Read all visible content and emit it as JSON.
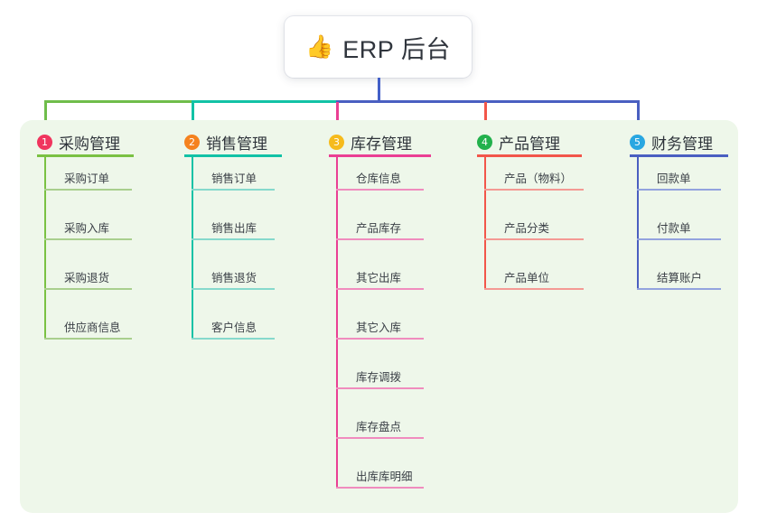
{
  "root": {
    "emoji": "👍",
    "emoji_icon_name": "thumbs-up-icon",
    "title": "ERP 后台"
  },
  "palette": {
    "page_background": "#ffffff",
    "panel_background": "#eef7ea",
    "trunk": "#4360c8",
    "bus_green": "#6fbd4b",
    "bus_teal": "#12c2a6",
    "bus_blue": "#4a5fc1"
  },
  "columns": [
    {
      "index": "1",
      "title": "采购管理",
      "badge_color": "#f0355e",
      "rule_color": "#7ac143",
      "leaf_rule_color": "#a9cf8e",
      "drop_color": "#6fbd4b",
      "items": [
        "采购订单",
        "采购入库",
        "采购退货",
        "供应商信息"
      ]
    },
    {
      "index": "2",
      "title": "销售管理",
      "badge_color": "#f5821f",
      "rule_color": "#12c2a6",
      "leaf_rule_color": "#86d9cc",
      "drop_color": "#12c2a6",
      "items": [
        "销售订单",
        "销售出库",
        "销售退货",
        "客户信息"
      ]
    },
    {
      "index": "3",
      "title": "库存管理",
      "badge_color": "#f6bb1c",
      "rule_color": "#ea3f94",
      "leaf_rule_color": "#f08cbe",
      "drop_color": "#ea3f94",
      "items": [
        "仓库信息",
        "产品库存",
        "其它出库",
        "其它入库",
        "库存调拨",
        "库存盘点",
        "出库库明细"
      ]
    },
    {
      "index": "4",
      "title": "产品管理",
      "badge_color": "#22b14c",
      "rule_color": "#f2564a",
      "leaf_rule_color": "#f49a94",
      "drop_color": "#f2564a",
      "items": [
        "产品（物料）",
        "产品分类",
        "产品单位"
      ]
    },
    {
      "index": "5",
      "title": "财务管理",
      "badge_color": "#29a7e1",
      "rule_color": "#4a5fc1",
      "leaf_rule_color": "#93a3de",
      "drop_color": "#4a5fc1",
      "items": [
        "回款单",
        "付款单",
        "结算账户"
      ]
    }
  ]
}
